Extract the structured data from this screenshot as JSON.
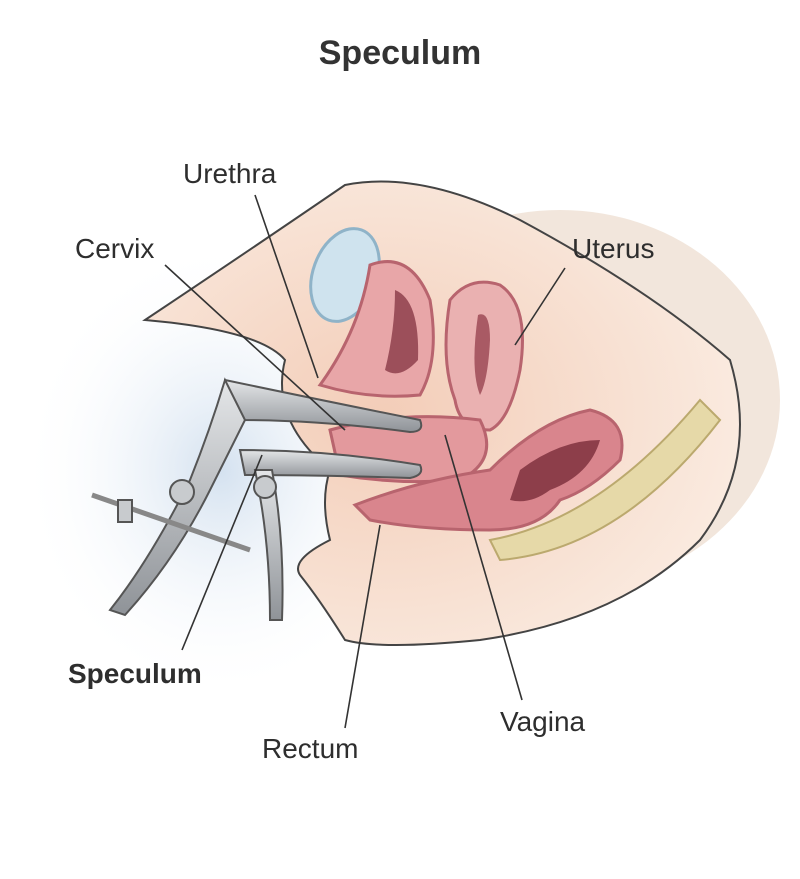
{
  "title": "Speculum",
  "labels": {
    "urethra": "Urethra",
    "cervix": "Cervix",
    "uterus": "Uterus",
    "speculum": "Speculum",
    "rectum": "Rectum",
    "vagina": "Vagina"
  },
  "colors": {
    "text": "#2e2e2e",
    "skin": "#f6d9c6",
    "tissue": "#e8a6a8",
    "tissue_dark": "#b8646e",
    "bladder": "#cfe3ee",
    "bone": "#e6d9a8",
    "instrument": "#b9bcc0",
    "haze": "#d8e6f2"
  }
}
